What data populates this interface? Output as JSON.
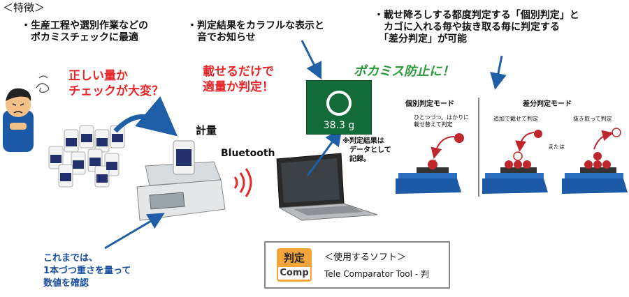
{
  "header": "＜特徴＞",
  "features": {
    "f1": "・生産工程や選別作業などの\n　ポカミスチェックに最適",
    "f2": "・判定結果をカラフルな表示と\n　音でお知らせ",
    "f3": "・載せ降ろしする都度判定する「個別判定」と\n　カゴに入れる毎や抜き取る毎に判定する\n　「差分判定」が可能"
  },
  "callouts": {
    "hard_check": "正しい量か\nチェックが大変？",
    "just_place": "載せるだけで\n適量か判定！",
    "prevent": "ポカミス防止に！",
    "until_now": "これまでは、\n1本づつ重さを量って\n数値を確認"
  },
  "labels": {
    "weigh": "計量",
    "bluetooth": "Bluetooth",
    "recorded": "※判定結果は\n　データとして\n　記録。"
  },
  "display": {
    "value": "38.3 g",
    "color": "#146b3a"
  },
  "modes": {
    "individual_title": "個別判定モード",
    "individual_desc": "ひとつづつ、はかりに\n載せ替えて判定",
    "diff_title": "差分判定モード",
    "diff_add": "追加で載せて判定",
    "or": "または",
    "diff_remove": "抜き取って判定"
  },
  "software": {
    "badge_top": "判定",
    "badge_bottom": "Comp",
    "caption": "＜使用するソフト＞",
    "name": "Tele Comparator Tool - 判"
  },
  "colors": {
    "red": "#e8262a",
    "blue": "#1b4fa0",
    "green": "#2a9a3c",
    "arrow": "#1f5fa8"
  }
}
